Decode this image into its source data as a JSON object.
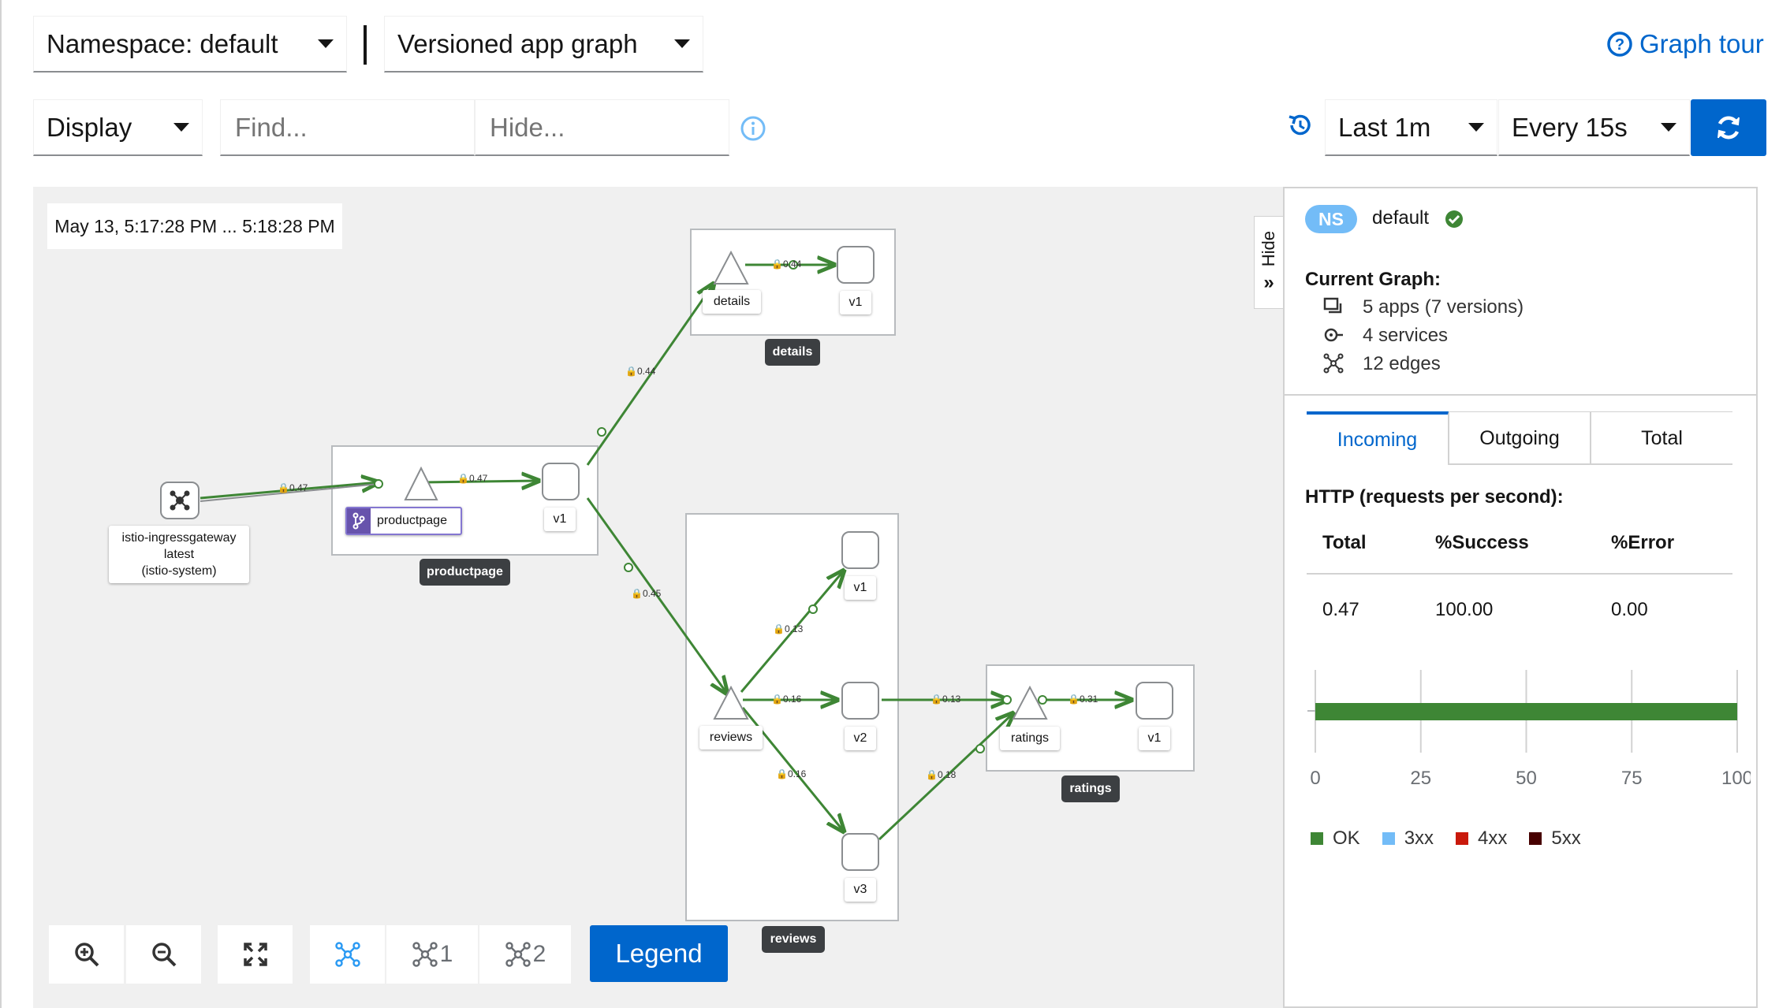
{
  "toolbar": {
    "namespace": "Namespace: default",
    "graph_type": "Versioned app graph",
    "display": "Display",
    "find_placeholder": "Find...",
    "hide_placeholder": "Hide...",
    "time_range": "Last 1m",
    "refresh_interval": "Every 15s",
    "graph_tour": "Graph tour"
  },
  "graph": {
    "timestamp": "May 13, 5:17:28 PM ... 5:18:28 PM",
    "nodes": {
      "gateway": [
        "istio-ingressgateway",
        "latest",
        "(istio-system)"
      ],
      "productpage_svc": "productpage",
      "productpage_v1": "v1",
      "productpage_box": "productpage",
      "details_svc": "details",
      "details_v1": "v1",
      "details_box": "details",
      "reviews_svc": "reviews",
      "reviews_v1": "v1",
      "reviews_v2": "v2",
      "reviews_v3": "v3",
      "reviews_box": "reviews",
      "ratings_svc": "ratings",
      "ratings_v1": "v1",
      "ratings_box": "ratings"
    },
    "edges": {
      "gw_pp": "0.47",
      "pp_ppv1": "0.47",
      "ppv1_details": "0.44",
      "details_v1": "0.44",
      "ppv1_reviews": "0.45",
      "rev_v1": "0.13",
      "rev_v2": "0.16",
      "rev_v3": "0.16",
      "v2_ratings": "0.13",
      "v3_ratings": "0.18",
      "ratings_v1": "0.31"
    },
    "hide_label": "Hide",
    "zoom_buttons": [
      "1",
      "2"
    ],
    "legend_button": "Legend"
  },
  "side_panel": {
    "ns_badge": "NS",
    "namespace": "default",
    "current_graph_title": "Current Graph:",
    "stats": [
      "5 apps (7 versions)",
      "4 services",
      "12 edges"
    ],
    "tabs": [
      "Incoming",
      "Outgoing",
      "Total"
    ],
    "http_title": "HTTP (requests per second):",
    "table_headers": [
      "Total",
      "%Success",
      "%Error"
    ],
    "table_values": [
      "0.47",
      "100.00",
      "0.00"
    ],
    "chart_ticks": [
      "0",
      "25",
      "50",
      "75",
      "100"
    ],
    "legend": [
      {
        "label": "OK",
        "color": "#3e8635"
      },
      {
        "label": "3xx",
        "color": "#73bcf7"
      },
      {
        "label": "4xx",
        "color": "#c9190b"
      },
      {
        "label": "5xx",
        "color": "#470000"
      }
    ]
  },
  "chart_data": {
    "type": "bar",
    "categories": [
      ""
    ],
    "series": [
      {
        "name": "OK",
        "values": [
          100
        ]
      },
      {
        "name": "3xx",
        "values": [
          0
        ]
      },
      {
        "name": "4xx",
        "values": [
          0
        ]
      },
      {
        "name": "5xx",
        "values": [
          0
        ]
      }
    ],
    "xlim": [
      0,
      100
    ],
    "ticks": [
      0,
      25,
      50,
      75,
      100
    ],
    "grid": true,
    "legend_position": "bottom"
  }
}
